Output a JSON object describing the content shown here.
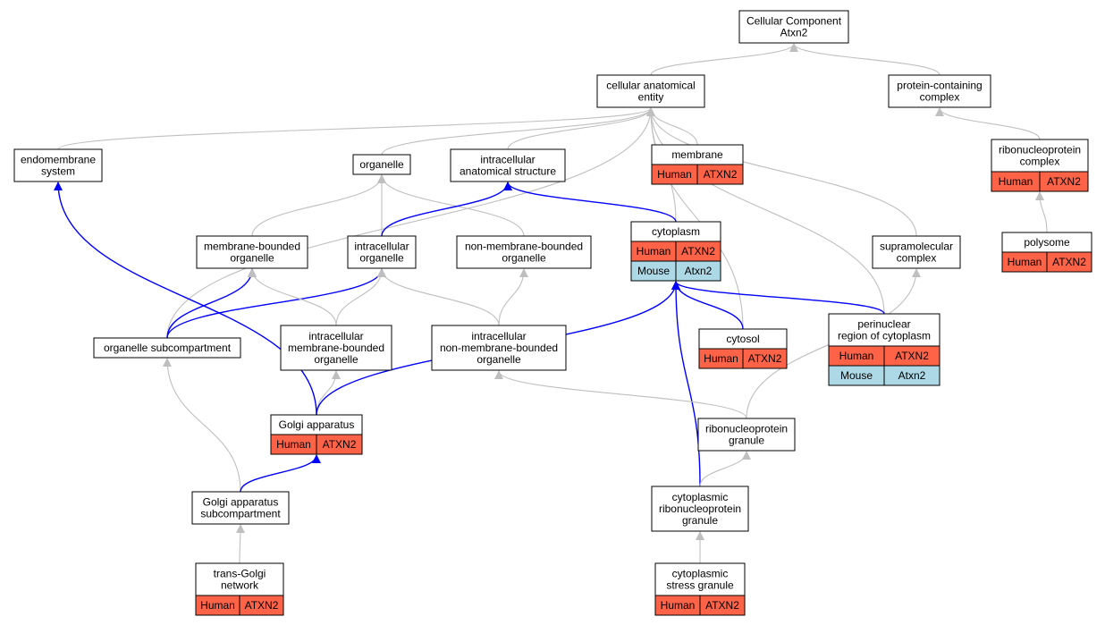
{
  "colors": {
    "human": "#ff6347",
    "mouse": "#add8e6",
    "edge_isa": "#bfbfbf",
    "edge_partof": "#0000ff",
    "node_border": "#000000"
  },
  "nodes": [
    {
      "id": "root",
      "lines": [
        "Cellular Component",
        "Atxn2"
      ],
      "annotations": []
    },
    {
      "id": "cae",
      "lines": [
        "cellular anatomical",
        "entity"
      ],
      "annotations": []
    },
    {
      "id": "pcc",
      "lines": [
        "protein-containing",
        "complex"
      ],
      "annotations": []
    },
    {
      "id": "endo",
      "lines": [
        "endomembrane",
        "system"
      ],
      "annotations": []
    },
    {
      "id": "organelle",
      "lines": [
        "organelle"
      ],
      "annotations": []
    },
    {
      "id": "ias",
      "lines": [
        "intracellular",
        "anatomical structure"
      ],
      "annotations": []
    },
    {
      "id": "membrane",
      "lines": [
        "membrane"
      ],
      "annotations": [
        {
          "species": "Human",
          "gene": "ATXN2"
        }
      ]
    },
    {
      "id": "rnpc",
      "lines": [
        "ribonucleoprotein",
        "complex"
      ],
      "annotations": [
        {
          "species": "Human",
          "gene": "ATXN2"
        }
      ]
    },
    {
      "id": "polysome",
      "lines": [
        "polysome"
      ],
      "annotations": [
        {
          "species": "Human",
          "gene": "ATXN2"
        }
      ]
    },
    {
      "id": "mbo",
      "lines": [
        "membrane-bounded",
        "organelle"
      ],
      "annotations": []
    },
    {
      "id": "io",
      "lines": [
        "intracellular",
        "organelle"
      ],
      "annotations": []
    },
    {
      "id": "nmbo",
      "lines": [
        "non-membrane-bounded",
        "organelle"
      ],
      "annotations": []
    },
    {
      "id": "cytoplasm",
      "lines": [
        "cytoplasm"
      ],
      "annotations": [
        {
          "species": "Human",
          "gene": "ATXN2"
        },
        {
          "species": "Mouse",
          "gene": "Atxn2"
        }
      ]
    },
    {
      "id": "supra",
      "lines": [
        "supramolecular",
        "complex"
      ],
      "annotations": []
    },
    {
      "id": "osub",
      "lines": [
        "organelle subcompartment"
      ],
      "annotations": []
    },
    {
      "id": "imbo",
      "lines": [
        "intracellular",
        "membrane-bounded",
        "organelle"
      ],
      "annotations": []
    },
    {
      "id": "inmbo",
      "lines": [
        "intracellular",
        "non-membrane-bounded",
        "organelle"
      ],
      "annotations": []
    },
    {
      "id": "cytosol",
      "lines": [
        "cytosol"
      ],
      "annotations": [
        {
          "species": "Human",
          "gene": "ATXN2"
        }
      ]
    },
    {
      "id": "peri",
      "lines": [
        "perinuclear",
        "region of cytoplasm"
      ],
      "annotations": [
        {
          "species": "Human",
          "gene": "ATXN2"
        },
        {
          "species": "Mouse",
          "gene": "Atxn2"
        }
      ]
    },
    {
      "id": "golgi",
      "lines": [
        "Golgi apparatus"
      ],
      "annotations": [
        {
          "species": "Human",
          "gene": "ATXN2"
        }
      ]
    },
    {
      "id": "rnpg",
      "lines": [
        "ribonucleoprotein",
        "granule"
      ],
      "annotations": []
    },
    {
      "id": "gsub",
      "lines": [
        "Golgi apparatus",
        "subcompartment"
      ],
      "annotations": []
    },
    {
      "id": "crg",
      "lines": [
        "cytoplasmic",
        "ribonucleoprotein",
        "granule"
      ],
      "annotations": []
    },
    {
      "id": "tgn",
      "lines": [
        "trans-Golgi",
        "network"
      ],
      "annotations": [
        {
          "species": "Human",
          "gene": "ATXN2"
        }
      ]
    },
    {
      "id": "csg",
      "lines": [
        "cytoplasmic",
        "stress granule"
      ],
      "annotations": [
        {
          "species": "Human",
          "gene": "ATXN2"
        }
      ]
    }
  ],
  "edges": [
    {
      "from": "cae",
      "to": "root",
      "type": "is_a"
    },
    {
      "from": "pcc",
      "to": "root",
      "type": "is_a"
    },
    {
      "from": "endo",
      "to": "cae",
      "type": "is_a"
    },
    {
      "from": "organelle",
      "to": "cae",
      "type": "is_a"
    },
    {
      "from": "ias",
      "to": "cae",
      "type": "is_a"
    },
    {
      "from": "membrane",
      "to": "cae",
      "type": "is_a"
    },
    {
      "from": "cytoplasm",
      "to": "cae",
      "type": "is_a"
    },
    {
      "from": "cytosol",
      "to": "cae",
      "type": "is_a"
    },
    {
      "from": "peri",
      "to": "cae",
      "type": "is_a"
    },
    {
      "from": "supra",
      "to": "cae",
      "type": "is_a"
    },
    {
      "from": "osub",
      "to": "cae",
      "type": "is_a"
    },
    {
      "from": "rnpc",
      "to": "pcc",
      "type": "is_a"
    },
    {
      "from": "polysome",
      "to": "rnpc",
      "type": "is_a"
    },
    {
      "from": "mbo",
      "to": "organelle",
      "type": "is_a"
    },
    {
      "from": "io",
      "to": "organelle",
      "type": "is_a"
    },
    {
      "from": "nmbo",
      "to": "organelle",
      "type": "is_a"
    },
    {
      "from": "io",
      "to": "ias",
      "type": "part_of"
    },
    {
      "from": "cytoplasm",
      "to": "ias",
      "type": "part_of"
    },
    {
      "from": "osub",
      "to": "mbo",
      "type": "part_of"
    },
    {
      "from": "osub",
      "to": "io",
      "type": "part_of"
    },
    {
      "from": "imbo",
      "to": "mbo",
      "type": "is_a"
    },
    {
      "from": "imbo",
      "to": "io",
      "type": "is_a"
    },
    {
      "from": "inmbo",
      "to": "io",
      "type": "is_a"
    },
    {
      "from": "inmbo",
      "to": "nmbo",
      "type": "is_a"
    },
    {
      "from": "golgi",
      "to": "imbo",
      "type": "is_a"
    },
    {
      "from": "golgi",
      "to": "endo",
      "type": "part_of"
    },
    {
      "from": "golgi",
      "to": "cytoplasm",
      "type": "part_of"
    },
    {
      "from": "cytosol",
      "to": "cytoplasm",
      "type": "part_of"
    },
    {
      "from": "peri",
      "to": "cytoplasm",
      "type": "part_of"
    },
    {
      "from": "crg",
      "to": "cytoplasm",
      "type": "part_of"
    },
    {
      "from": "rnpg",
      "to": "inmbo",
      "type": "is_a"
    },
    {
      "from": "rnpg",
      "to": "supra",
      "type": "is_a"
    },
    {
      "from": "crg",
      "to": "rnpg",
      "type": "is_a"
    },
    {
      "from": "gsub",
      "to": "osub",
      "type": "is_a"
    },
    {
      "from": "gsub",
      "to": "golgi",
      "type": "part_of"
    },
    {
      "from": "tgn",
      "to": "gsub",
      "type": "is_a"
    },
    {
      "from": "csg",
      "to": "crg",
      "type": "is_a"
    }
  ]
}
